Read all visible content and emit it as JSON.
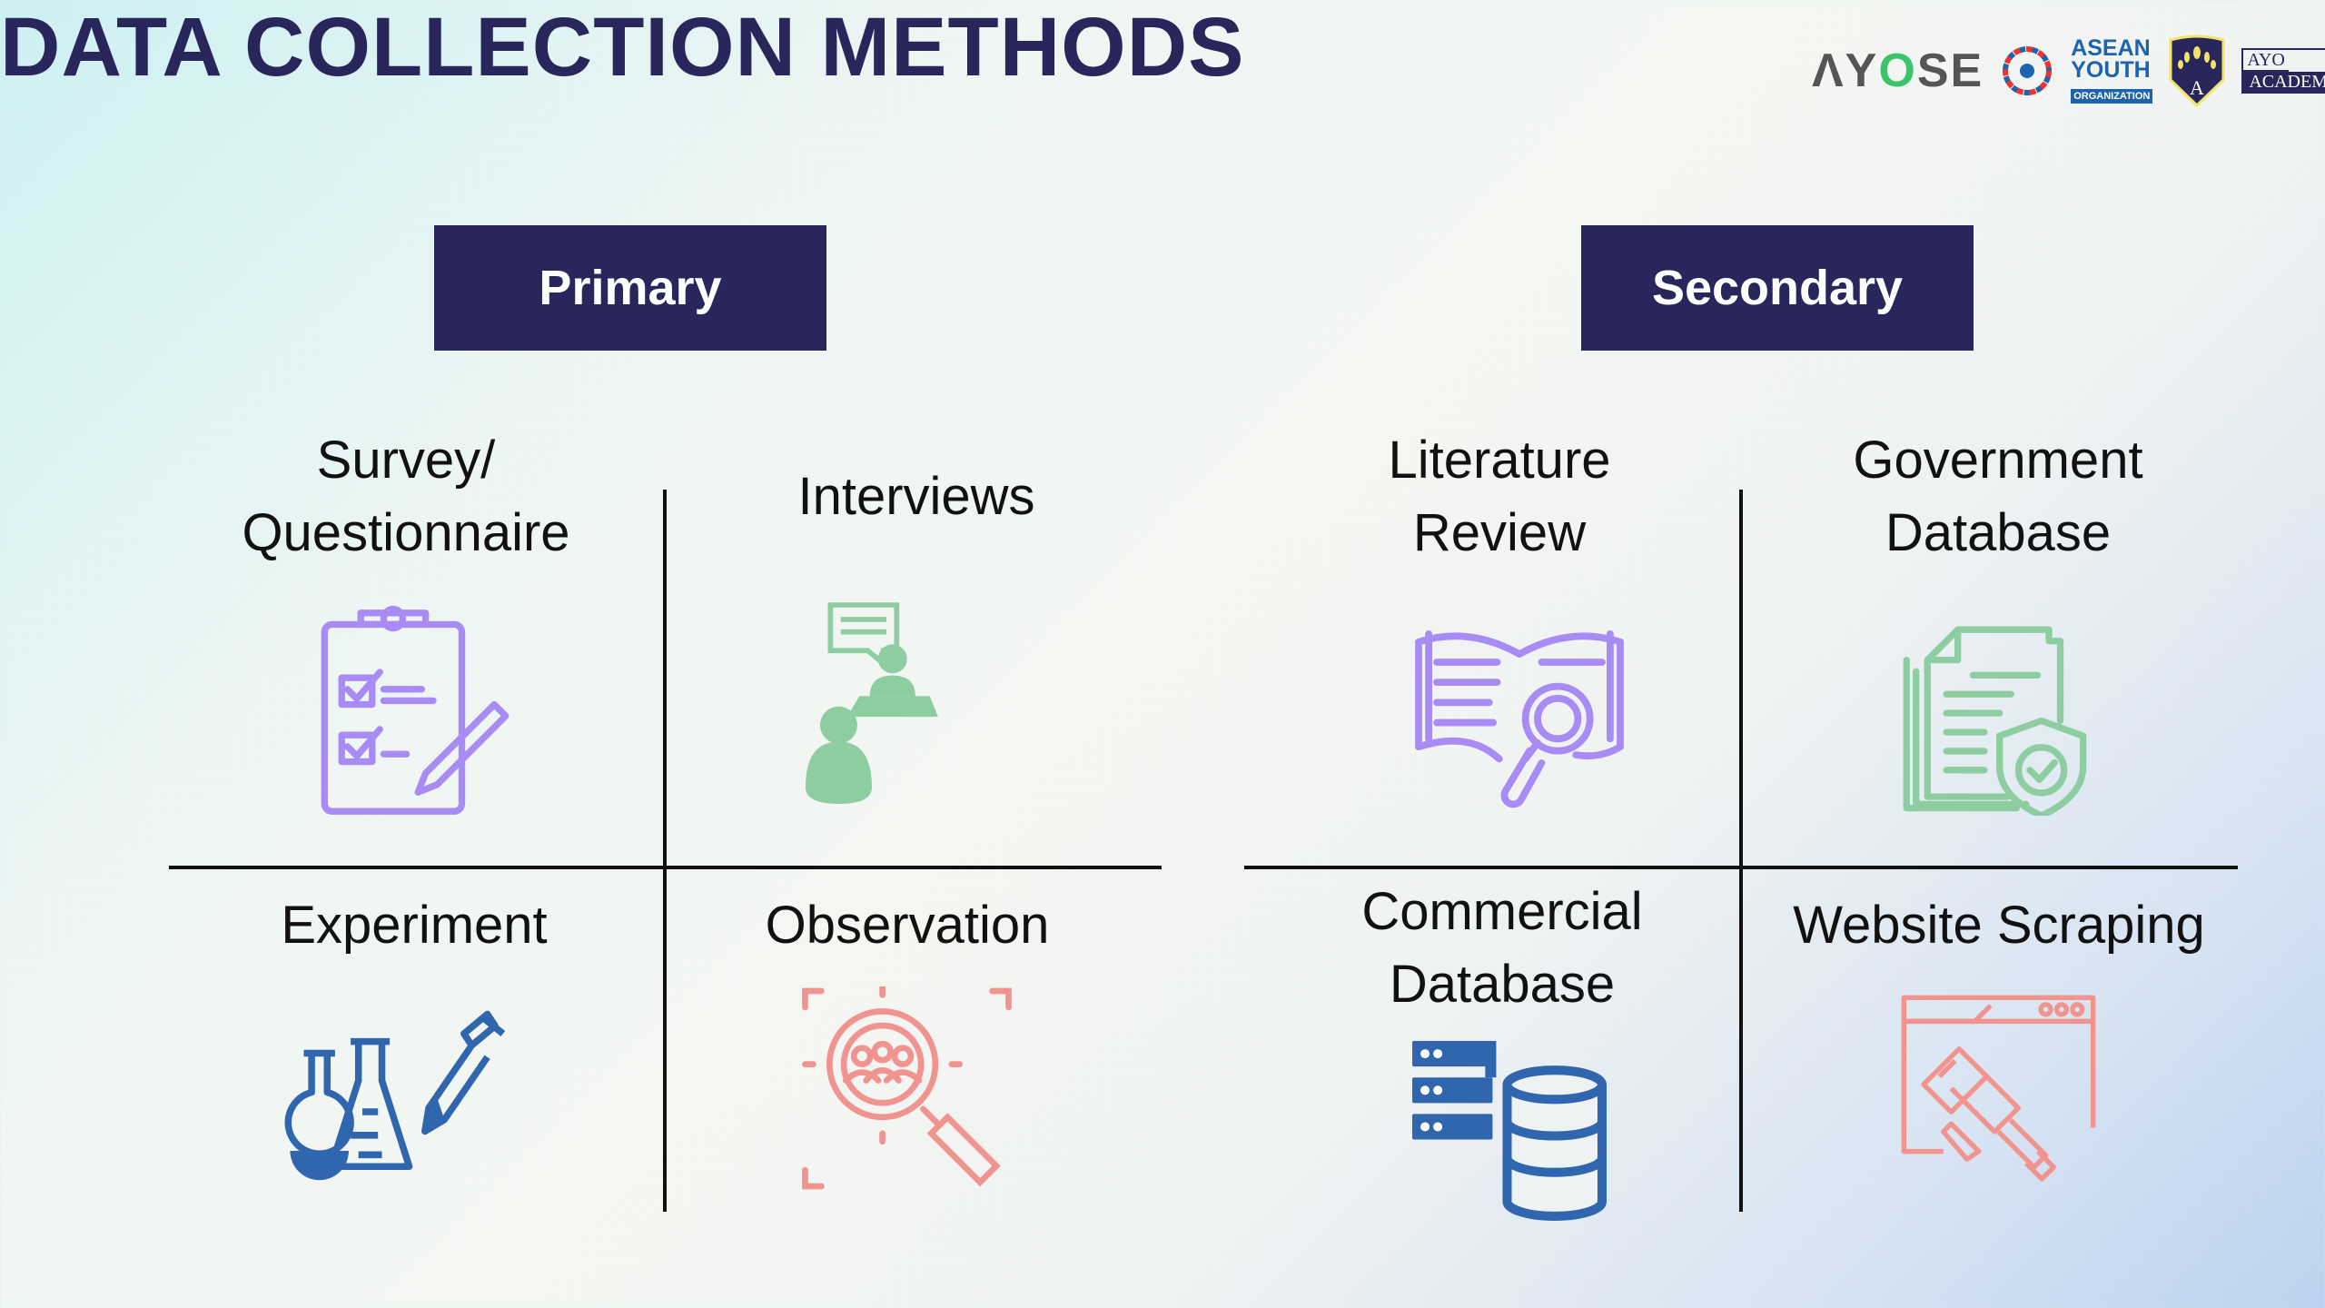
{
  "title": "DATA COLLECTION METHODS",
  "logos": {
    "ayose": "AYOSE",
    "asean": [
      "ASEAN",
      "YOUTH",
      "ORGANIZATION"
    ],
    "academy": [
      "AYO",
      "ACADEMY"
    ]
  },
  "primary": {
    "heading": "Primary",
    "items": [
      {
        "label": "Survey/\nQuestionnaire",
        "icon": "clipboard-checklist-icon"
      },
      {
        "label": "Interviews",
        "icon": "interview-icon"
      },
      {
        "label": "Experiment",
        "icon": "lab-flasks-icon"
      },
      {
        "label": "Observation",
        "icon": "magnifier-people-icon"
      }
    ]
  },
  "secondary": {
    "heading": "Secondary",
    "items": [
      {
        "label": "Literature\nReview",
        "icon": "book-magnifier-icon"
      },
      {
        "label": "Government\nDatabase",
        "icon": "document-shield-icon"
      },
      {
        "label": "Commercial\nDatabase",
        "icon": "server-database-icon"
      },
      {
        "label": "Website Scraping",
        "icon": "browser-scraper-icon"
      }
    ]
  },
  "colors": {
    "navy": "#28265a",
    "purple": "#a98bf5",
    "green": "#8ecda2",
    "blue": "#2f66ad",
    "salmon": "#f1948f"
  }
}
